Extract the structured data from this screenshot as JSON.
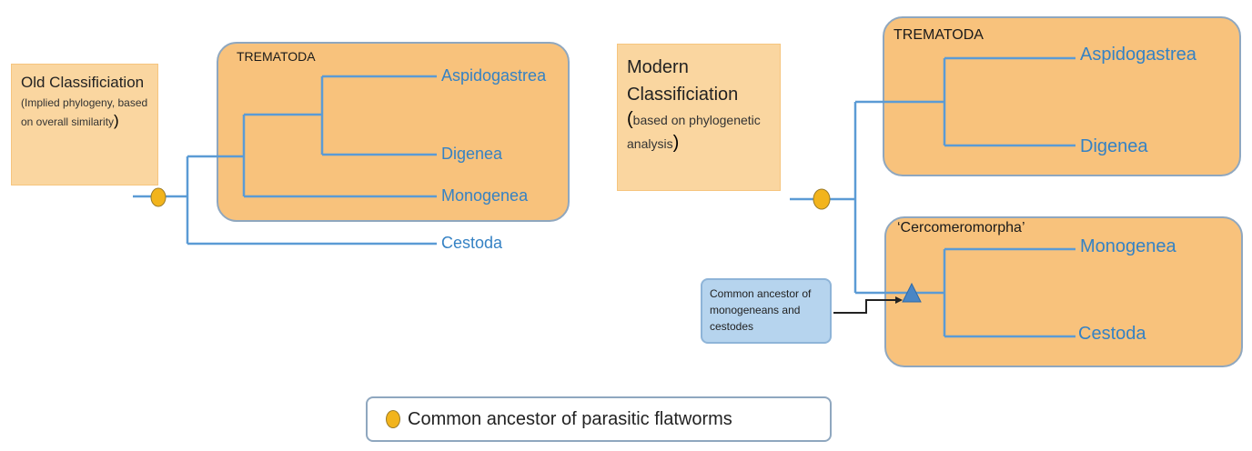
{
  "old": {
    "title": "Old Classificiation",
    "subtitle_open": "(Implied phylogeny, based on overall similarity",
    "subtitle_close": ")",
    "group_label": "TREMATODA",
    "taxa": [
      "Aspidogastrea",
      "Digenea",
      "Monogenea",
      "Cestoda"
    ]
  },
  "modern": {
    "title": "Modern Classificiation",
    "subtitle_open": "(",
    "subtitle_text": "based on phylogenetic analysis",
    "subtitle_close": ")",
    "group1_label": "TREMATODA",
    "group2_label": "‘Cercomeromorpha’",
    "taxa": [
      "Aspidogastrea",
      "Digenea",
      "Monogenea",
      "Cestoda"
    ],
    "callout": "Common ancestor of monogeneans and cestodes"
  },
  "legend": {
    "text": "Common ancestor of parasitic flatworms"
  },
  "colors": {
    "branch": "#5b9bd5",
    "taxon_text": "#3582c4",
    "group_fill": "#f8c27c",
    "note_fill": "#fad6a0",
    "ancestor_marker": "#f2b41c",
    "triangle_marker": "#4a86c5"
  }
}
